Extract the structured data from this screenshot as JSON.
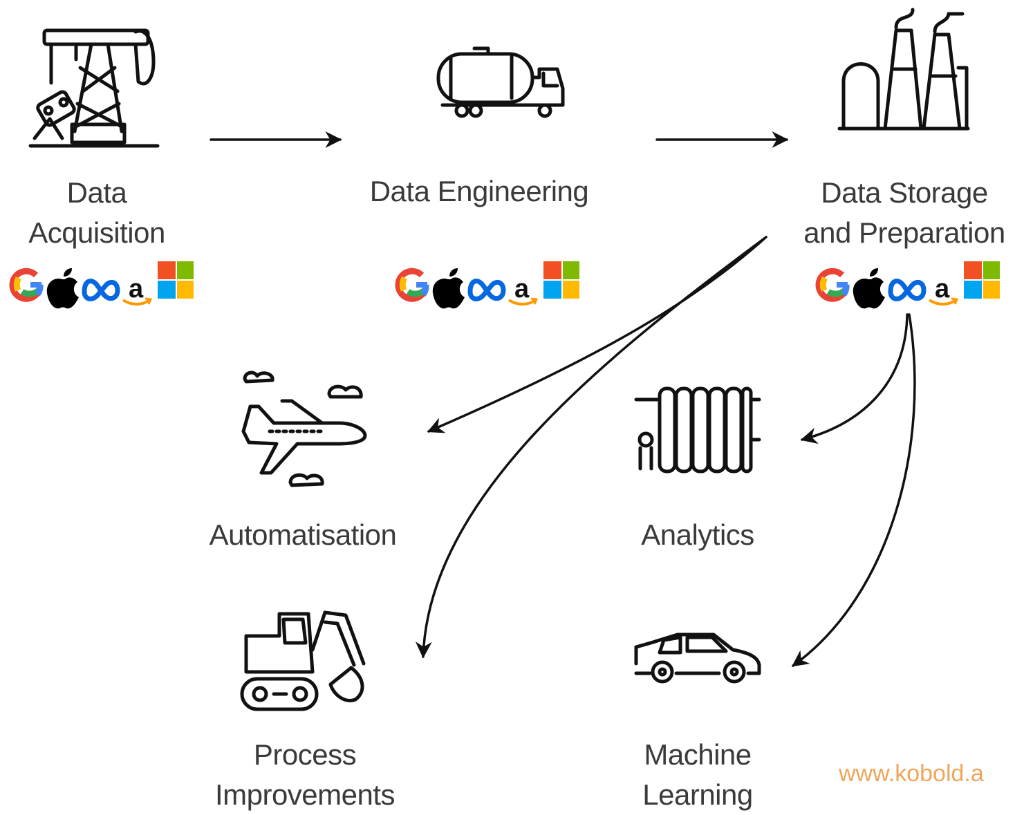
{
  "nodes": {
    "acquisition": {
      "line1": "Data",
      "line2": "Acquisition"
    },
    "engineering": {
      "line1": "Data Engineering"
    },
    "storage": {
      "line1": "Data Storage",
      "line2": "and Preparation"
    },
    "automatisation": {
      "line1": "Automatisation"
    },
    "analytics": {
      "line1": "Analytics"
    },
    "process": {
      "line1": "Process",
      "line2": "Improvements"
    },
    "ml": {
      "line1": "Machine",
      "line2": "Learning"
    }
  },
  "icons": {
    "acquisition": "oil-pump-icon",
    "engineering": "tanker-truck-icon",
    "storage": "refinery-icon",
    "automatisation": "airplane-icon",
    "analytics": "radiator-icon",
    "process": "excavator-icon",
    "ml": "car-icon"
  },
  "brand_logos": [
    "google-logo",
    "apple-logo",
    "meta-logo",
    "amazon-logo",
    "microsoft-logo"
  ],
  "watermark": "www.kobold.a",
  "colors": {
    "text": "#3a3a3a",
    "line": "#111111",
    "watermark": "#f0a55b",
    "google": [
      "#4285F4",
      "#EA4335",
      "#FBBC05",
      "#34A853"
    ],
    "meta": "#0668E1",
    "amazon_arrow": "#FF9900",
    "microsoft": [
      "#F25022",
      "#7FBA00",
      "#00A4EF",
      "#FFB900"
    ]
  }
}
